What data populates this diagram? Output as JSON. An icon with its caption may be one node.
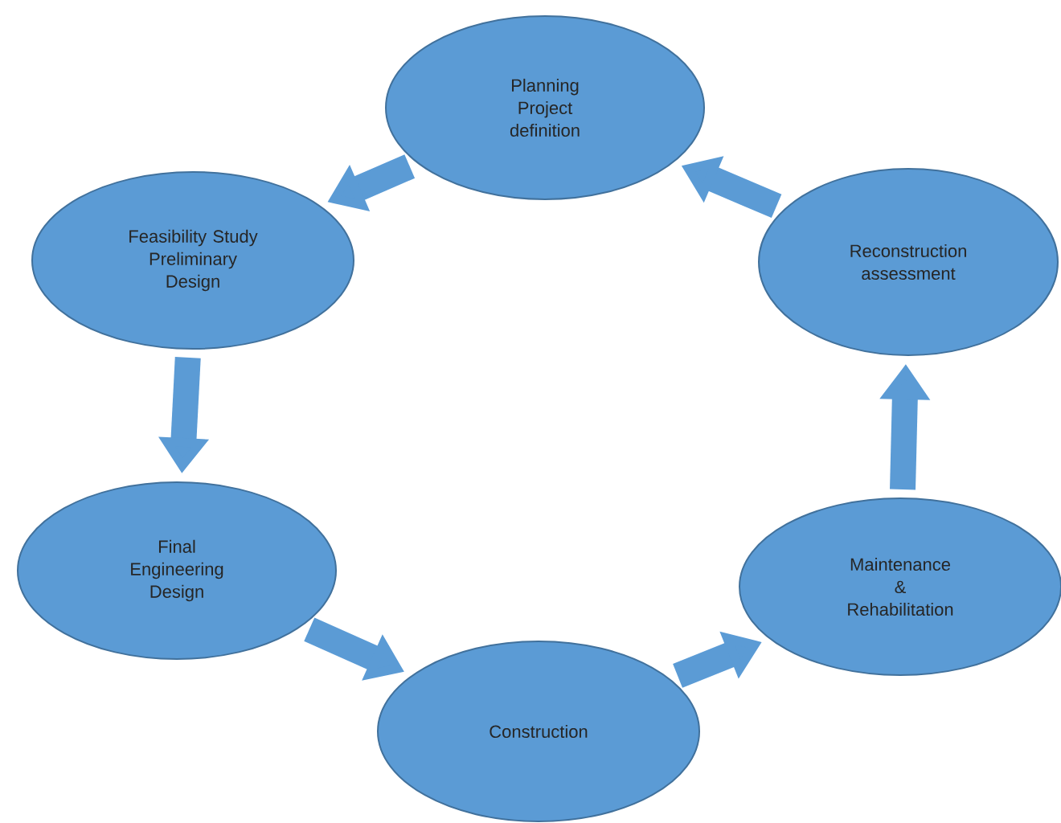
{
  "diagram": {
    "nodes": [
      {
        "text": [
          "Planning Project definition"
        ]
      },
      {
        "text": [
          "Feasibility Study Preliminary Design"
        ]
      },
      {
        "text": [
          "Final Engineering Design"
        ]
      },
      {
        "text": [
          "Construction"
        ]
      },
      {
        "text": [
          "Maintenance & Rehabilitation"
        ]
      },
      {
        "text": [
          "Reconstruction assessment"
        ]
      }
    ],
    "edges": [
      {
        "from": 0,
        "to": 1,
        "arrow": "to"
      },
      {
        "from": 1,
        "to": 2,
        "arrow": "to"
      },
      {
        "from": 2,
        "to": 3,
        "arrow": "to"
      },
      {
        "from": 3,
        "to": 4,
        "arrow": "to"
      },
      {
        "from": 4,
        "to": 5,
        "arrow": "to"
      },
      {
        "from": 5,
        "to": 0,
        "arrow": "to"
      }
    ]
  }
}
